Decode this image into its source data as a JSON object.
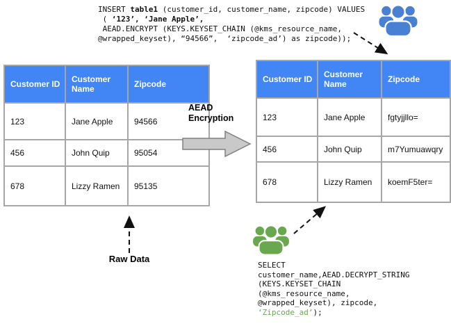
{
  "colors": {
    "table_header_blue": "#4285f4",
    "users_blue": "#4a80d4",
    "users_green": "#6aa84f",
    "code_green": "#6aa84f",
    "arrow_gray": "#c9c9c9",
    "border_gray": "#a6a6a6"
  },
  "insert_sql": {
    "lines": [
      [
        {
          "t": "INSERT "
        },
        {
          "t": "table1",
          "b": true
        },
        {
          "t": " (customer_id, customer_name, zipcode) VALUES"
        }
      ],
      [
        {
          "t": " ( "
        },
        {
          "t": "‘123’, ‘Jane Apple’,",
          "b": true
        }
      ],
      [
        {
          "t": " AEAD.ENCRYPT (KEYS.KEYSET_CHAIN (@kms_resource_name,"
        }
      ],
      [
        {
          "t": "@wrapped_keyset), “94566”,  ‘zipcode_ad’) as zipcode));"
        }
      ]
    ]
  },
  "select_sql": {
    "lines": [
      [
        {
          "t": "SELECT"
        }
      ],
      [
        {
          "t": "customer_name,AEAD.DECRYPT_STRING"
        }
      ],
      [
        {
          "t": "(KEYS.KEYSET_CHAIN"
        }
      ],
      [
        {
          "t": "(@kms_resource_name,"
        }
      ],
      [
        {
          "t": "@wrapped_keyset), zipcode,"
        }
      ],
      [
        {
          "t": "‘Zipcode_ad’",
          "color": "code_green"
        },
        {
          "t": ");"
        }
      ]
    ]
  },
  "plain_table": {
    "headers": [
      "Customer ID",
      "Customer Name",
      "Zipcode"
    ],
    "rows": [
      [
        "123",
        "Jane Apple",
        "94566"
      ],
      [
        "456",
        "John Quip",
        "95054"
      ],
      [
        "678",
        "Lizzy Ramen",
        "95135"
      ]
    ]
  },
  "encrypted_table": {
    "headers": [
      "Customer ID",
      "Customer Name",
      "Zipcode"
    ],
    "rows": [
      [
        "123",
        "Jane Apple",
        "fgtyjjllo="
      ],
      [
        "456",
        "John Quip",
        "m7Yumuawqry"
      ],
      [
        "678",
        "Lizzy Ramen",
        "koemF5ter="
      ]
    ]
  },
  "labels": {
    "transform": "AEAD Encryption",
    "raw_data": "Raw Data"
  },
  "icons": {
    "blue_users": "users-group-icon",
    "green_users": "users-group-icon",
    "encryption_arrow": "right-block-arrow-icon"
  }
}
